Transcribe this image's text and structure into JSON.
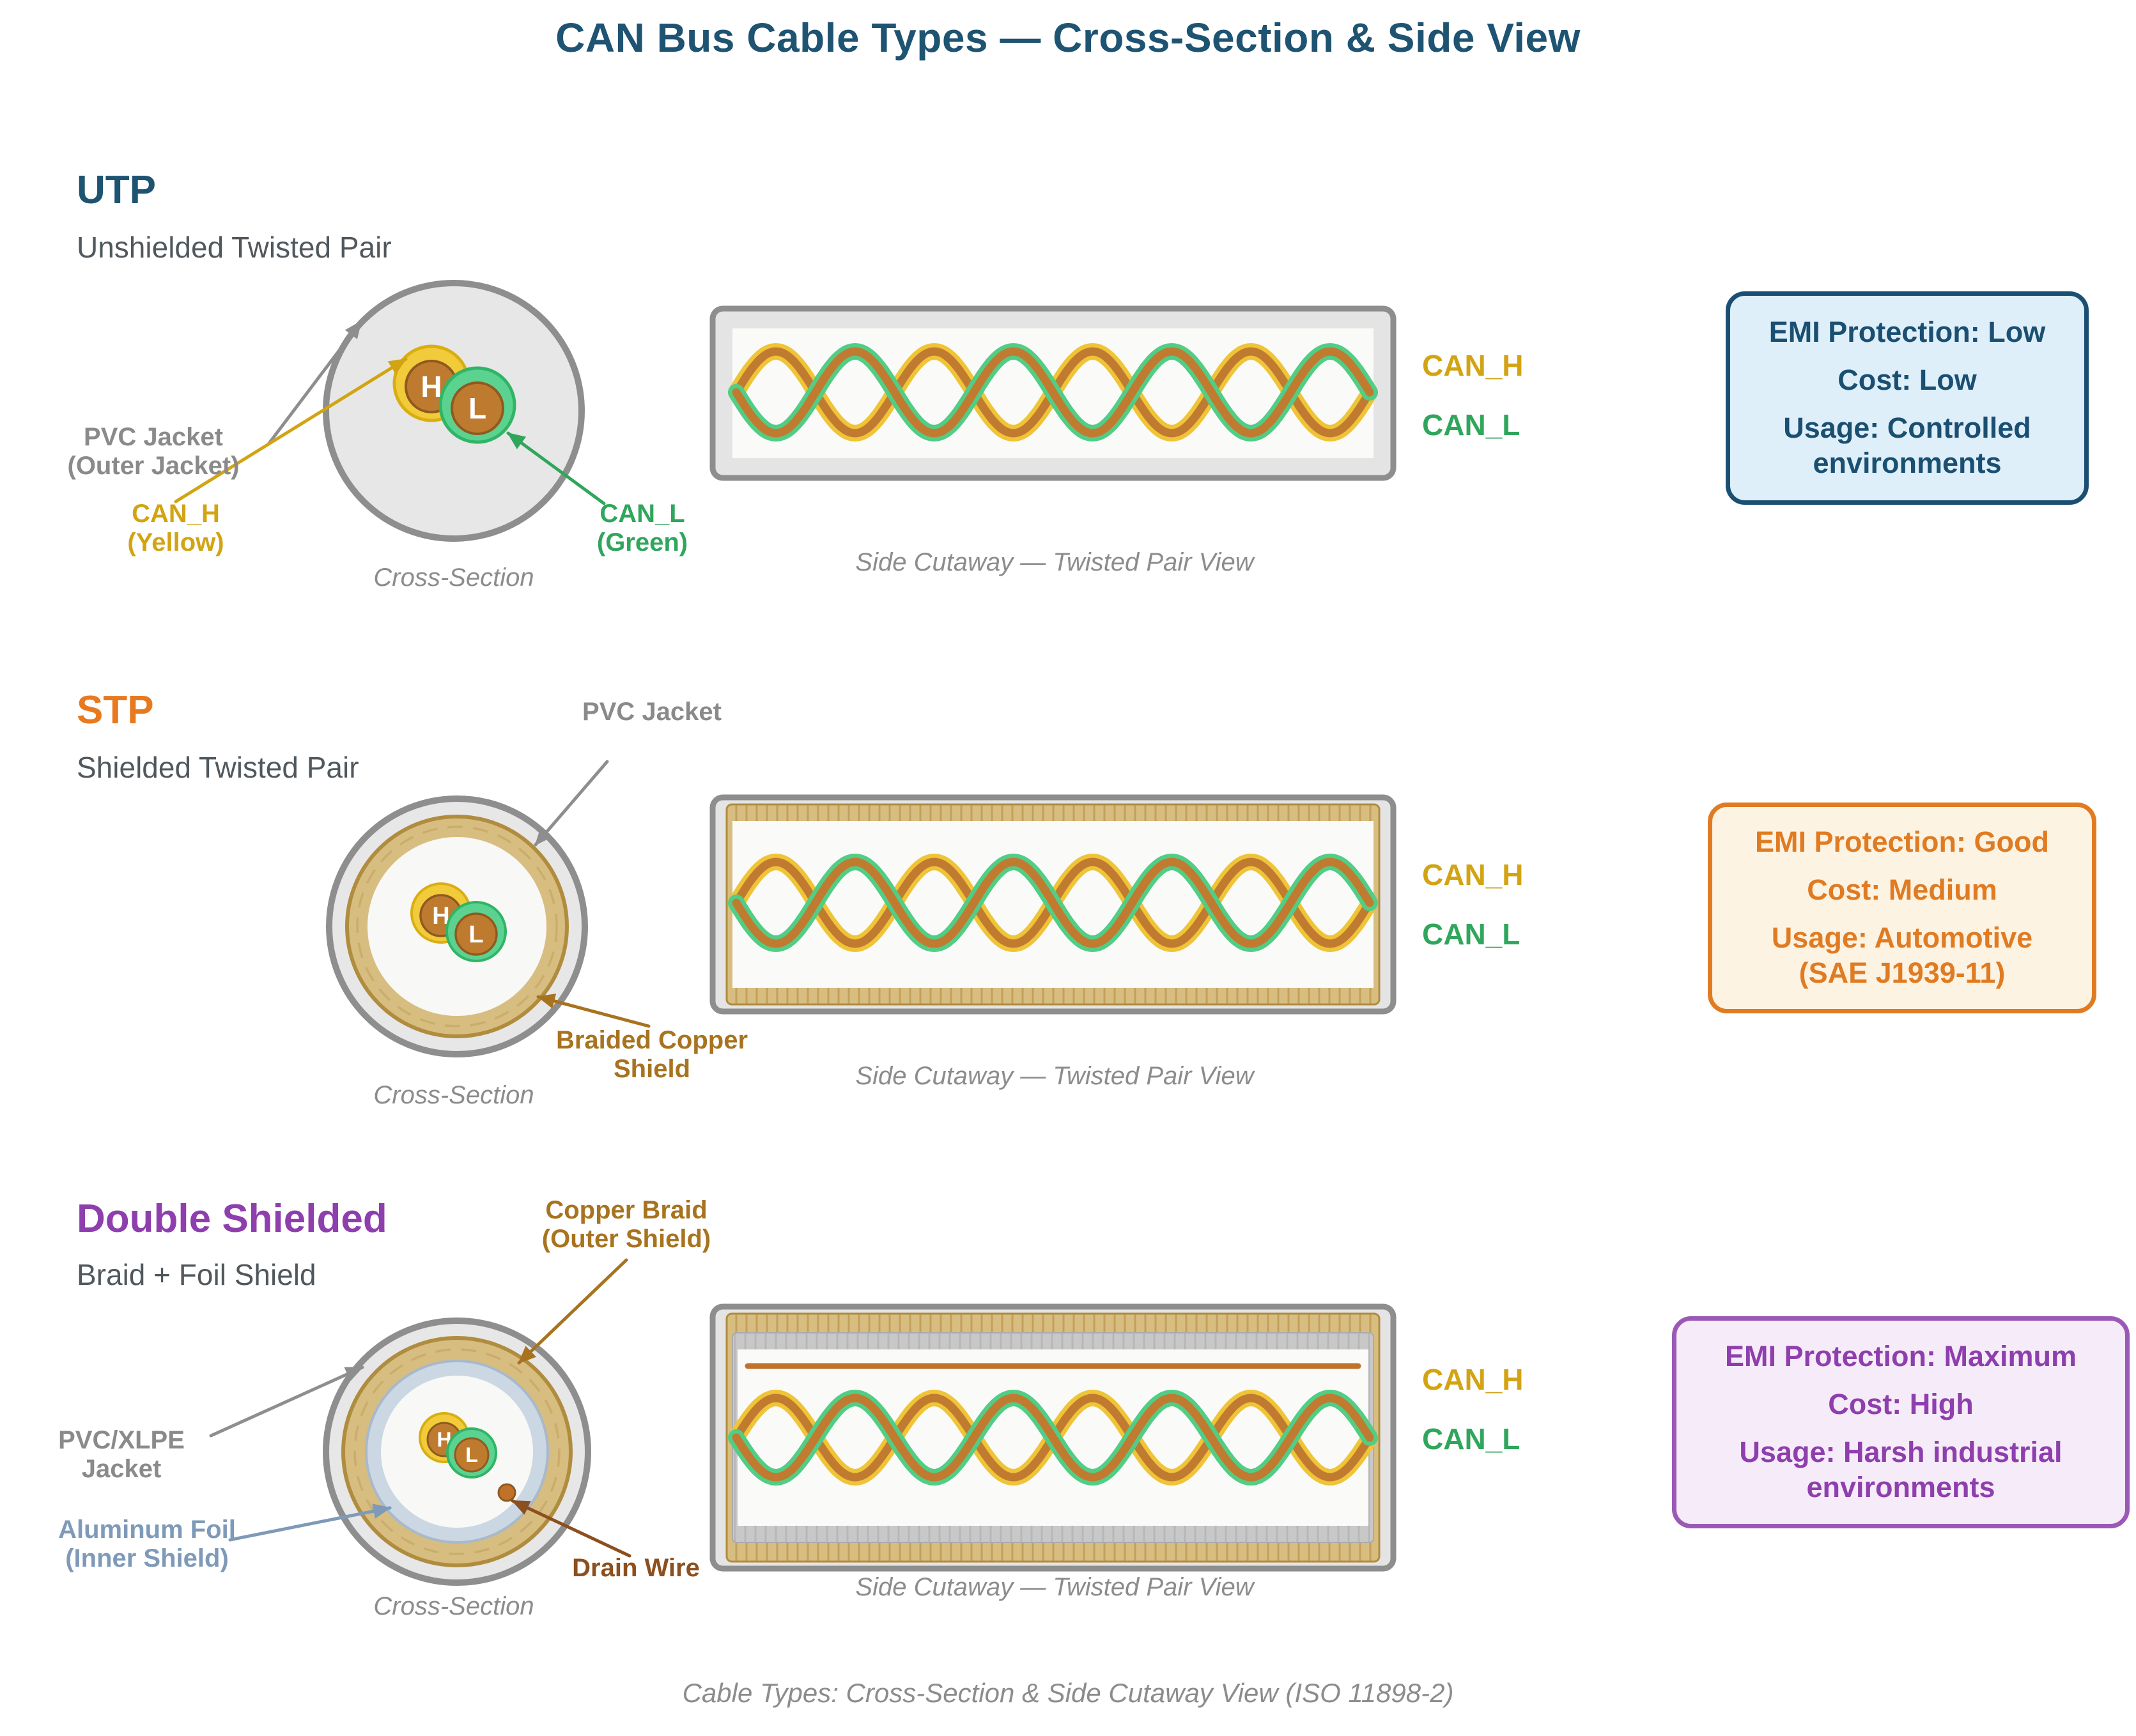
{
  "title": "CAN Bus Cable Types — Cross-Section & Side View",
  "footer": "Cable Types: Cross-Section & Side Cutaway View (ISO 11898-2)",
  "colors": {
    "title": "#1E5372",
    "heading_utp": "#1E5372",
    "heading_stp": "#E8791E",
    "heading_ds": "#8E3FAD",
    "subtitle": "#50585D",
    "caption": "#8C8C8C",
    "label_gray": "#8A8A8A",
    "label_gold": "#D2A414",
    "label_green": "#2FA65C",
    "label_bronze": "#A8731F",
    "label_steel": "#7E9AB8",
    "label_brown": "#8C4F1D",
    "wire_yellow": "#F2CB3B",
    "wire_green": "#5CD291",
    "wire_core": "#BE7B2F",
    "shield_tan": "#D8BD81",
    "foil_blue": "#CBD7E3",
    "jacket_gray": "#E7E7E7"
  },
  "rows": [
    {
      "heading": "UTP",
      "subtitle": "Unshielded Twisted Pair",
      "cross_caption": "Cross-Section",
      "side_caption": "Side Cutaway — Twisted Pair View",
      "wire_h": "H",
      "wire_l": "L",
      "can_h": "CAN_H",
      "can_l": "CAN_L",
      "labels": {
        "jacket1": "PVC Jacket",
        "jacket2": "(Outer Jacket)",
        "canh1": "CAN_H",
        "canh2": "(Yellow)",
        "canl1": "CAN_L",
        "canl2": "(Green)"
      },
      "info": {
        "l1": "EMI Protection: Low",
        "l2": "Cost: Low",
        "l3": "Usage: Controlled environments",
        "bg": "#DEEFF9",
        "border": "#1B4F72",
        "color": "#1B4F72"
      }
    },
    {
      "heading": "STP",
      "subtitle": "Shielded Twisted Pair",
      "cross_caption": "Cross-Section",
      "side_caption": "Side Cutaway — Twisted Pair View",
      "wire_h": "H",
      "wire_l": "L",
      "can_h": "CAN_H",
      "can_l": "CAN_L",
      "labels": {
        "jacket": "PVC Jacket",
        "shield1": "Braided Copper",
        "shield2": "Shield"
      },
      "info": {
        "l1": "EMI Protection: Good",
        "l2": "Cost: Medium",
        "l3": "Usage: Automotive (SAE J1939-11)",
        "bg": "#FDF3E3",
        "border": "#E07B22",
        "color": "#E07B22"
      }
    },
    {
      "heading": "Double Shielded",
      "subtitle": "Braid + Foil Shield",
      "cross_caption": "Cross-Section",
      "side_caption": "Side Cutaway — Twisted Pair View",
      "wire_h": "H",
      "wire_l": "L",
      "can_h": "CAN_H",
      "can_l": "CAN_L",
      "labels": {
        "braid1": "Copper Braid",
        "braid2": "(Outer Shield)",
        "jacket1": "PVC/XLPE",
        "jacket2": "Jacket",
        "foil1": "Aluminum Foil",
        "foil2": "(Inner Shield)",
        "drain": "Drain Wire"
      },
      "info": {
        "l1": "EMI Protection: Maximum",
        "l2": "Cost: High",
        "l3": "Usage: Harsh industrial environments",
        "bg": "#F6ECF9",
        "border": "#9B59B6",
        "color": "#8E3FAD"
      }
    }
  ]
}
